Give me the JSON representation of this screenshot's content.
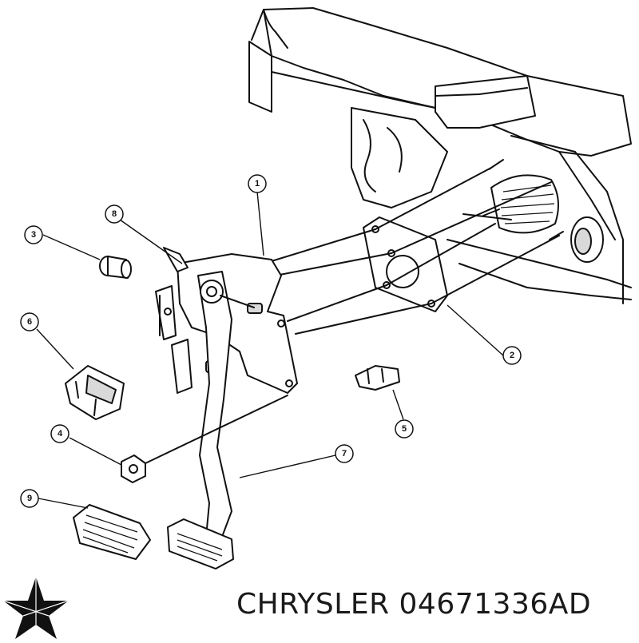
{
  "brand": {
    "name": "CHRYSLER",
    "part_number": "04671336AD",
    "logo_icon": "pentastar-icon"
  },
  "callouts": [
    {
      "id": "callout-1",
      "label": "1",
      "part": "pedal-support-bracket"
    },
    {
      "id": "callout-2",
      "label": "2",
      "part": "mounting-studs"
    },
    {
      "id": "callout-3",
      "label": "3",
      "part": "bushing"
    },
    {
      "id": "callout-4",
      "label": "4",
      "part": "nut"
    },
    {
      "id": "callout-5",
      "label": "5",
      "part": "retainer-clip"
    },
    {
      "id": "callout-6",
      "label": "6",
      "part": "switch"
    },
    {
      "id": "callout-7",
      "label": "7",
      "part": "pedal-arm"
    },
    {
      "id": "callout-8",
      "label": "8",
      "part": "pedal-bracket"
    },
    {
      "id": "callout-9",
      "label": "9",
      "part": "pedal-pad"
    }
  ],
  "colors": {
    "line": "#111111",
    "background": "#ffffff",
    "shade": "#d9d9d9"
  }
}
